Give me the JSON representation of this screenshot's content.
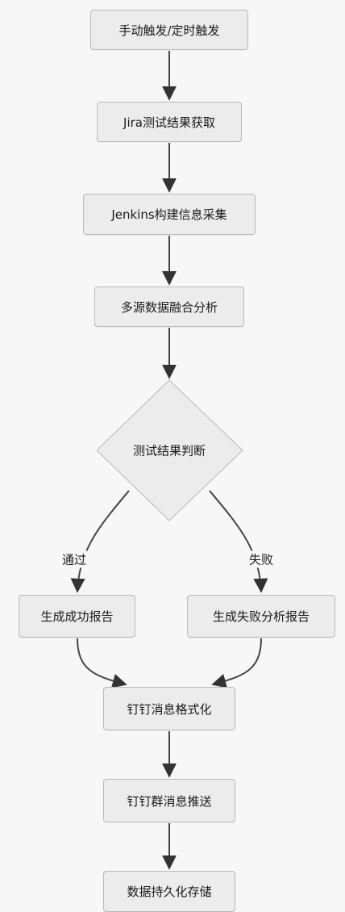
{
  "diagram": {
    "nodes": {
      "trigger": "手动触发/定时触发",
      "jira": "Jira测试结果获取",
      "jenkins": "Jenkins构建信息采集",
      "merge": "多源数据融合分析",
      "decision": "测试结果判断",
      "success_report": "生成成功报告",
      "fail_report": "生成失败分析报告",
      "format": "钉钉消息格式化",
      "push": "钉钉群消息推送",
      "persist": "数据持久化存储"
    },
    "edges": {
      "pass_label": "通过",
      "fail_label": "失败"
    },
    "colors": {
      "node_fill": "#ececec",
      "node_border": "#b8b8b8",
      "edge": "#444444",
      "background": "#f7f7f7"
    }
  }
}
